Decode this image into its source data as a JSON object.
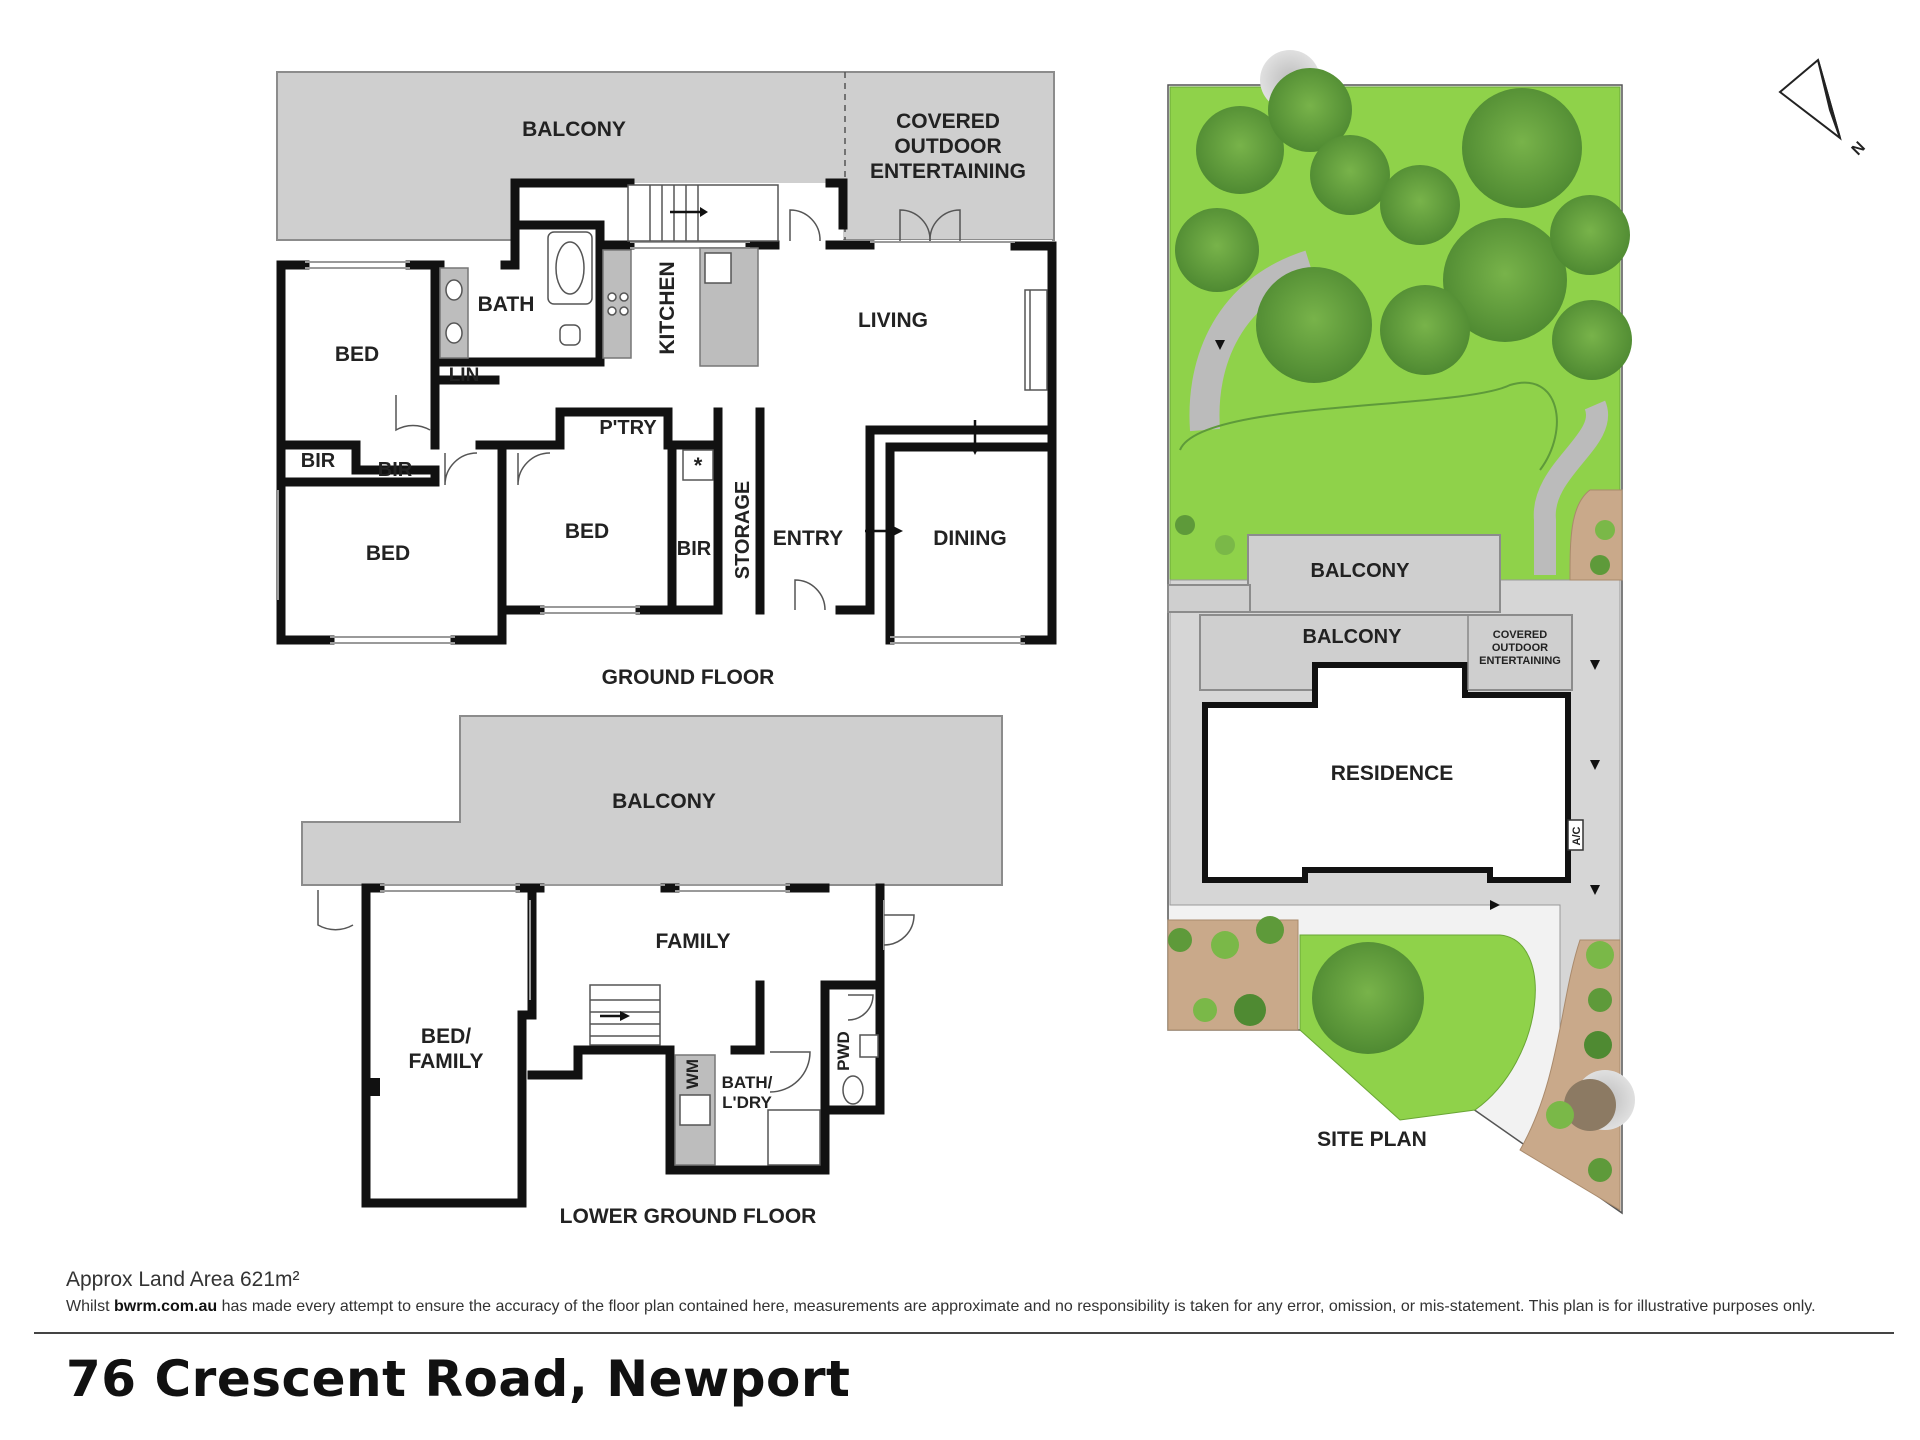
{
  "ground_floor": {
    "title": "GROUND FLOOR",
    "rooms": {
      "balcony": "BALCONY",
      "covered_1": "COVERED",
      "covered_2": "OUTDOOR",
      "covered_3": "ENTERTAINING",
      "bath": "BATH",
      "kitchen": "KITCHEN",
      "living": "LIVING",
      "bed_nw": "BED",
      "lin": "LIN",
      "pantry": "P'TRY",
      "bir_1": "BIR",
      "bir_2": "BIR",
      "bed_sw": "BED",
      "bed_mid": "BED",
      "bir_3": "BIR",
      "storage": "STORAGE",
      "entry": "ENTRY",
      "dining": "DINING"
    }
  },
  "lower_ground_floor": {
    "title": "LOWER GROUND FLOOR",
    "rooms": {
      "balcony": "BALCONY",
      "family": "FAMILY",
      "bed_family_1": "BED/",
      "bed_family_2": "FAMILY",
      "wm": "WM",
      "bath_ldry_1": "BATH/",
      "bath_ldry_2": "L'DRY",
      "pwd": "PWD"
    }
  },
  "site_plan": {
    "title": "SITE PLAN",
    "labels": {
      "balcony_upper": "BALCONY",
      "balcony_lower": "BALCONY",
      "covered_1": "COVERED",
      "covered_2": "OUTDOOR",
      "covered_3": "ENTERTAINING",
      "residence": "RESIDENCE",
      "ac": "A/C"
    },
    "north_label": "N"
  },
  "footer": {
    "land_area": "Approx Land Area 621m²",
    "disclaimer_prefix": "Whilst ",
    "disclaimer_site": "bwrm.com.au",
    "disclaimer_rest": " has made every attempt to ensure the accuracy of the floor plan contained here, measurements are approximate and no responsibility is taken for any error, omission, or mis-statement. This plan is for illustrative purposes only."
  },
  "address": "76 Crescent Road, Newport",
  "colors": {
    "lawn": "#8fd24a",
    "tree": "#5e9a3a",
    "deck": "#cfcfcf",
    "wall": "#111111",
    "garden_bed": "#c9a98a"
  }
}
